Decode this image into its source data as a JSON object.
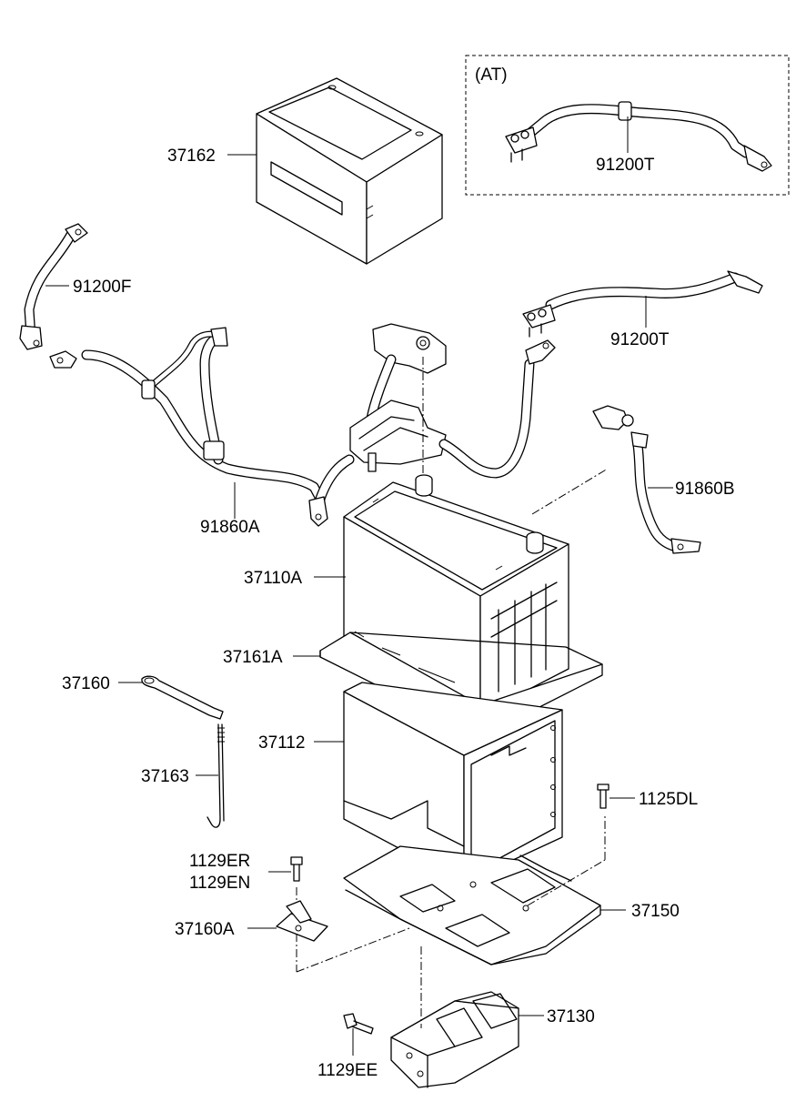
{
  "diagram": {
    "inset_label": "(AT)",
    "parts": [
      {
        "id": "37162",
        "label": "37162"
      },
      {
        "id": "91200T_at",
        "label": "91200T"
      },
      {
        "id": "91200F",
        "label": "91200F"
      },
      {
        "id": "91200T",
        "label": "91200T"
      },
      {
        "id": "91860B",
        "label": "91860B"
      },
      {
        "id": "91860A",
        "label": "91860A"
      },
      {
        "id": "37110A",
        "label": "37110A"
      },
      {
        "id": "37161A",
        "label": "37161A"
      },
      {
        "id": "37160",
        "label": "37160"
      },
      {
        "id": "37112",
        "label": "37112"
      },
      {
        "id": "37163",
        "label": "37163"
      },
      {
        "id": "1125DL",
        "label": "1125DL"
      },
      {
        "id": "1129ER",
        "label": "1129ER"
      },
      {
        "id": "1129EN",
        "label": "1129EN"
      },
      {
        "id": "37150",
        "label": "37150"
      },
      {
        "id": "37160A",
        "label": "37160A"
      },
      {
        "id": "37130",
        "label": "37130"
      },
      {
        "id": "1129EE",
        "label": "1129EE"
      }
    ]
  }
}
